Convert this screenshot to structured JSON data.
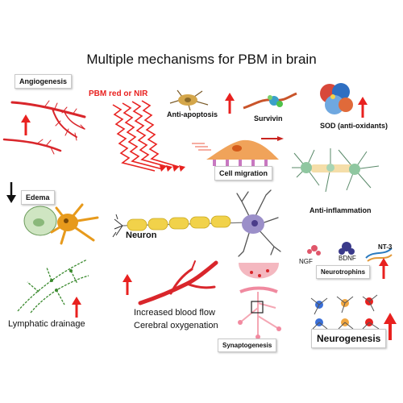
{
  "title": "Multiple mechanisms for PBM in brain",
  "labels": {
    "angiogenesis": "Angiogenesis",
    "pbm_light": "PBM red or NIR",
    "anti_apoptosis": "Anti-apoptosis",
    "survivin": "Survivin",
    "sod": "SOD (anti-oxidants)",
    "cell_migration": "Cell migration",
    "edema": "Edema",
    "anti_inflammation": "Anti-inflammation",
    "neuron": "Neuron",
    "ngf": "NGF",
    "bdnf": "BDNF",
    "nt3": "NT-3",
    "neurotrophins": "Neurotrophins",
    "lymphatic_drainage": "Lymphatic drainage",
    "blood_flow_line1": "Increased  blood flow",
    "blood_flow_line2": "Cerebral oxygenation",
    "synaptogenesis": "Synaptogenesis",
    "neurogenesis": "Neurogenesis"
  },
  "colors": {
    "arrow_up": "#e8211f",
    "arrow_down": "#111111",
    "vessel": "#d9262b",
    "laser": "#e8211f",
    "neuron_body": "#9b8fc9",
    "axon_myelin": "#f1d24a",
    "astrocyte": "#e79a1c",
    "lymph": "#3a8a2e",
    "migration_cell": "#f0a35a"
  }
}
